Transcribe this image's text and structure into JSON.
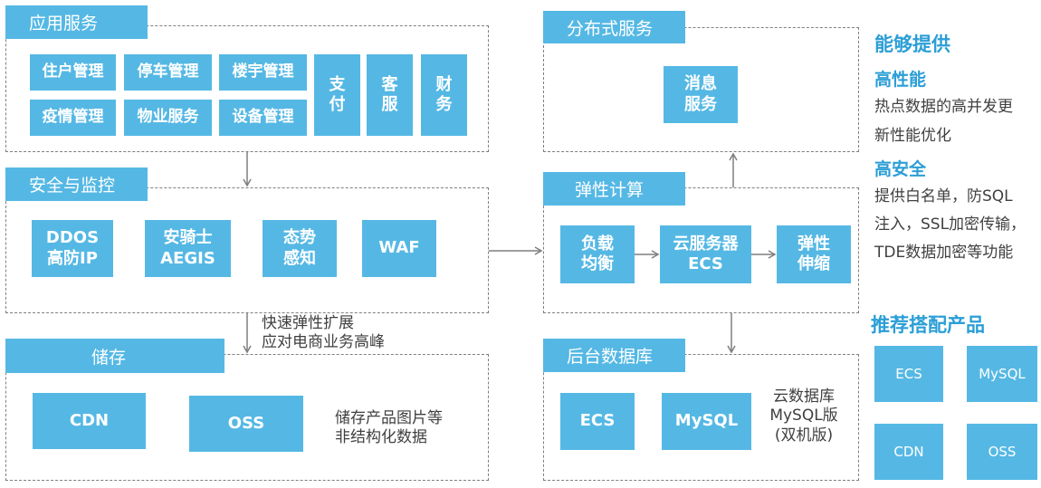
{
  "colors": {
    "accent": "#55b8e4",
    "heading": "#2b9ed6",
    "border": "#7f7f7f",
    "text": "#404040"
  },
  "app": {
    "title": "应用服务",
    "items": [
      "住户管理",
      "停车管理",
      "楼宇管理",
      "疫情管理",
      "物业服务",
      "设备管理"
    ],
    "vertical": [
      "支\n付",
      "客\n服",
      "财\n务"
    ]
  },
  "security": {
    "title": "安全与监控",
    "items": [
      "DDOS\n高防IP",
      "安骑士\nAEGIS",
      "态势\n感知",
      "WAF"
    ]
  },
  "note_scale": "快速弹性扩展\n应对电商业务高峰",
  "storage": {
    "title": "储存",
    "items": [
      "CDN",
      "OSS"
    ],
    "note": "储存产品图片等\n非结构化数据"
  },
  "distributed": {
    "title": "分布式服务",
    "item": "消息\n服务"
  },
  "elastic": {
    "title": "弹性计算",
    "items": [
      "负载\n均衡",
      "云服务器\nECS",
      "弹性\n伸缩"
    ]
  },
  "backend": {
    "title": "后台数据库",
    "items": [
      "ECS",
      "MySQL"
    ],
    "note": "云数据库\nMySQL版\n(双机版)"
  },
  "capabilities": {
    "title": "能够提供",
    "perf_title": "高性能",
    "perf_lines": [
      "热点数据的高并发更",
      "新性能优化"
    ],
    "sec_title": "高安全",
    "sec_lines": [
      "提供白名单，防SQL",
      "注入，SSL加密传输，",
      "TDE数据加密等功能"
    ]
  },
  "recommend": {
    "title": "推荐搭配产品",
    "items": [
      "ECS",
      "MySQL",
      "CDN",
      "OSS"
    ]
  }
}
